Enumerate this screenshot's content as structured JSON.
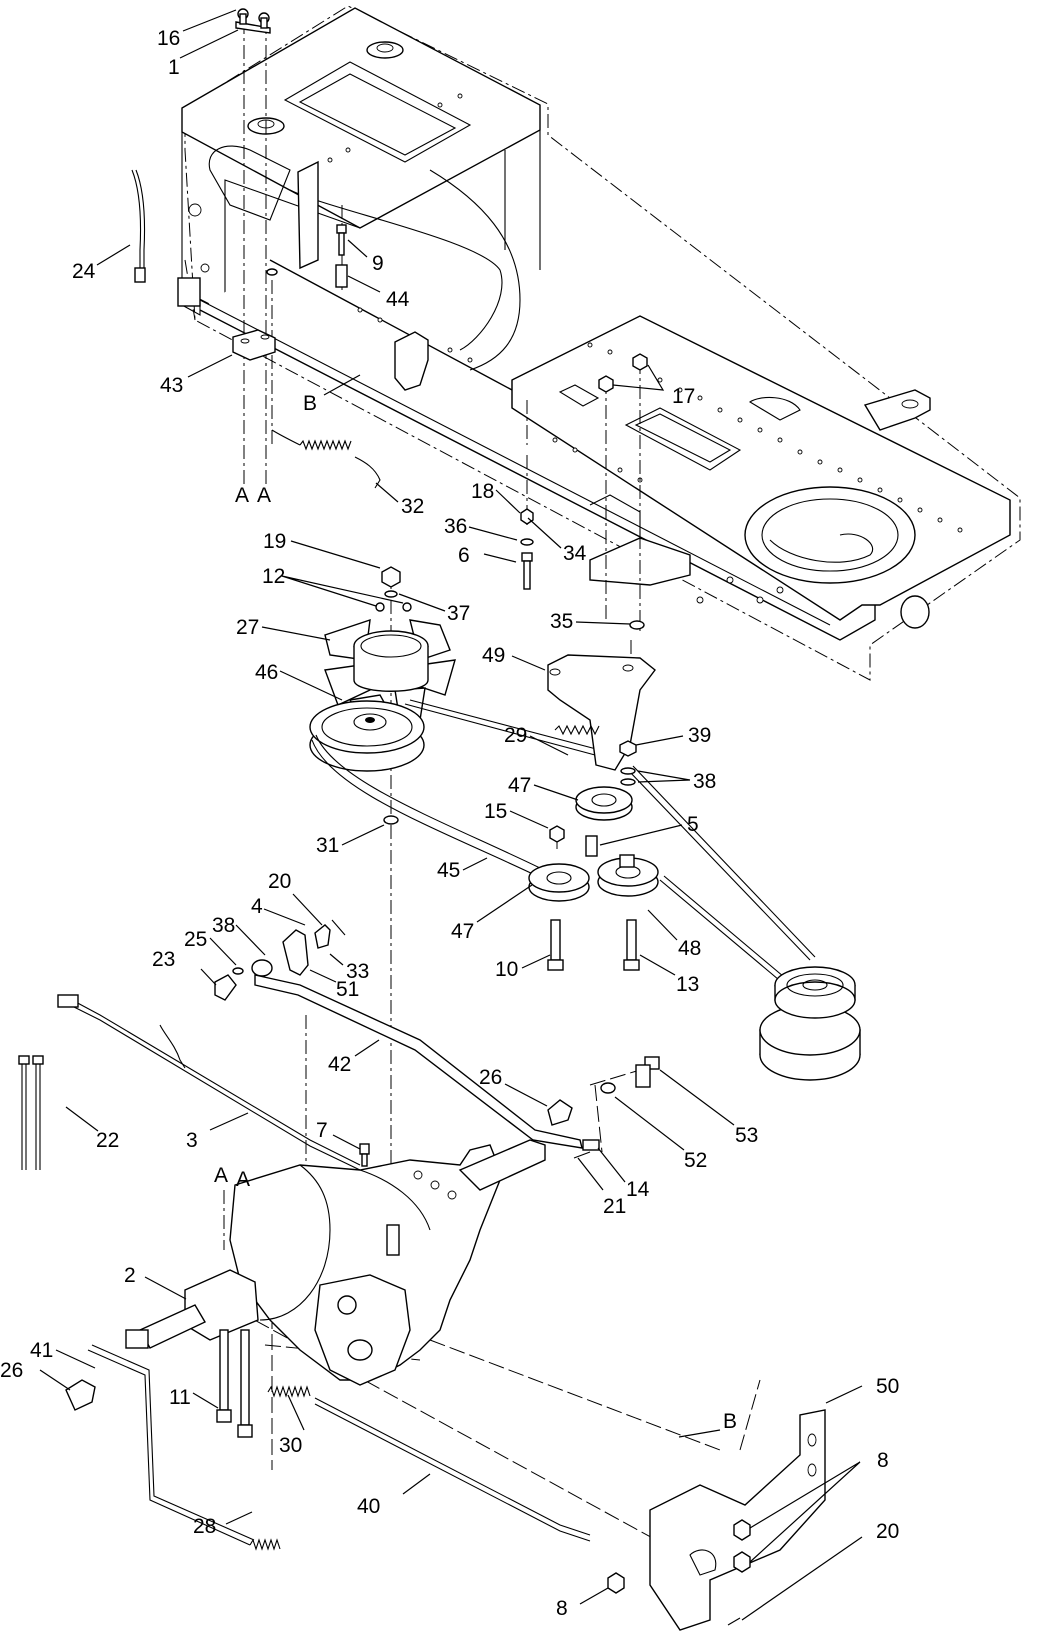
{
  "callouts": [
    {
      "id": "c16a",
      "text": "16"
    },
    {
      "id": "c1",
      "text": "1"
    },
    {
      "id": "c24",
      "text": "24"
    },
    {
      "id": "c9",
      "text": "9"
    },
    {
      "id": "c44",
      "text": "44"
    },
    {
      "id": "c43",
      "text": "43"
    },
    {
      "id": "cBtop",
      "text": "B"
    },
    {
      "id": "c17",
      "text": "17"
    },
    {
      "id": "cA1",
      "text": "A"
    },
    {
      "id": "cA2",
      "text": "A"
    },
    {
      "id": "c32",
      "text": "32"
    },
    {
      "id": "c18",
      "text": "18"
    },
    {
      "id": "c36",
      "text": "36"
    },
    {
      "id": "c34",
      "text": "34"
    },
    {
      "id": "c6",
      "text": "6"
    },
    {
      "id": "c19",
      "text": "19"
    },
    {
      "id": "c12",
      "text": "12"
    },
    {
      "id": "c37",
      "text": "37"
    },
    {
      "id": "c35",
      "text": "35"
    },
    {
      "id": "c27",
      "text": "27"
    },
    {
      "id": "c49",
      "text": "49"
    },
    {
      "id": "c46",
      "text": "46"
    },
    {
      "id": "c29",
      "text": "29"
    },
    {
      "id": "c39",
      "text": "39"
    },
    {
      "id": "c47a",
      "text": "47"
    },
    {
      "id": "c38a",
      "text": "38"
    },
    {
      "id": "c15",
      "text": "15"
    },
    {
      "id": "c5",
      "text": "5"
    },
    {
      "id": "c31",
      "text": "31"
    },
    {
      "id": "c45",
      "text": "45"
    },
    {
      "id": "c20a",
      "text": "20"
    },
    {
      "id": "c4",
      "text": "4"
    },
    {
      "id": "c38b",
      "text": "38"
    },
    {
      "id": "c25",
      "text": "25"
    },
    {
      "id": "c23",
      "text": "23"
    },
    {
      "id": "c33",
      "text": "33"
    },
    {
      "id": "c51",
      "text": "51"
    },
    {
      "id": "c47b",
      "text": "47"
    },
    {
      "id": "c48",
      "text": "48"
    },
    {
      "id": "c10",
      "text": "10"
    },
    {
      "id": "c13",
      "text": "13"
    },
    {
      "id": "c42",
      "text": "42"
    },
    {
      "id": "c26a",
      "text": "26"
    },
    {
      "id": "c53",
      "text": "53"
    },
    {
      "id": "c22",
      "text": "22"
    },
    {
      "id": "c3",
      "text": "3"
    },
    {
      "id": "c7",
      "text": "7"
    },
    {
      "id": "c52",
      "text": "52"
    },
    {
      "id": "c14",
      "text": "14"
    },
    {
      "id": "c21",
      "text": "21"
    },
    {
      "id": "cA3",
      "text": "A"
    },
    {
      "id": "cA4",
      "text": "A"
    },
    {
      "id": "c2",
      "text": "2"
    },
    {
      "id": "c41",
      "text": "41"
    },
    {
      "id": "c26b",
      "text": "26"
    },
    {
      "id": "c11",
      "text": "11"
    },
    {
      "id": "c30",
      "text": "30"
    },
    {
      "id": "c50",
      "text": "50"
    },
    {
      "id": "cBbot",
      "text": "B"
    },
    {
      "id": "c8a",
      "text": "8"
    },
    {
      "id": "c40",
      "text": "40"
    },
    {
      "id": "c20b",
      "text": "20"
    },
    {
      "id": "c28",
      "text": "28"
    },
    {
      "id": "c8b",
      "text": "8"
    }
  ]
}
